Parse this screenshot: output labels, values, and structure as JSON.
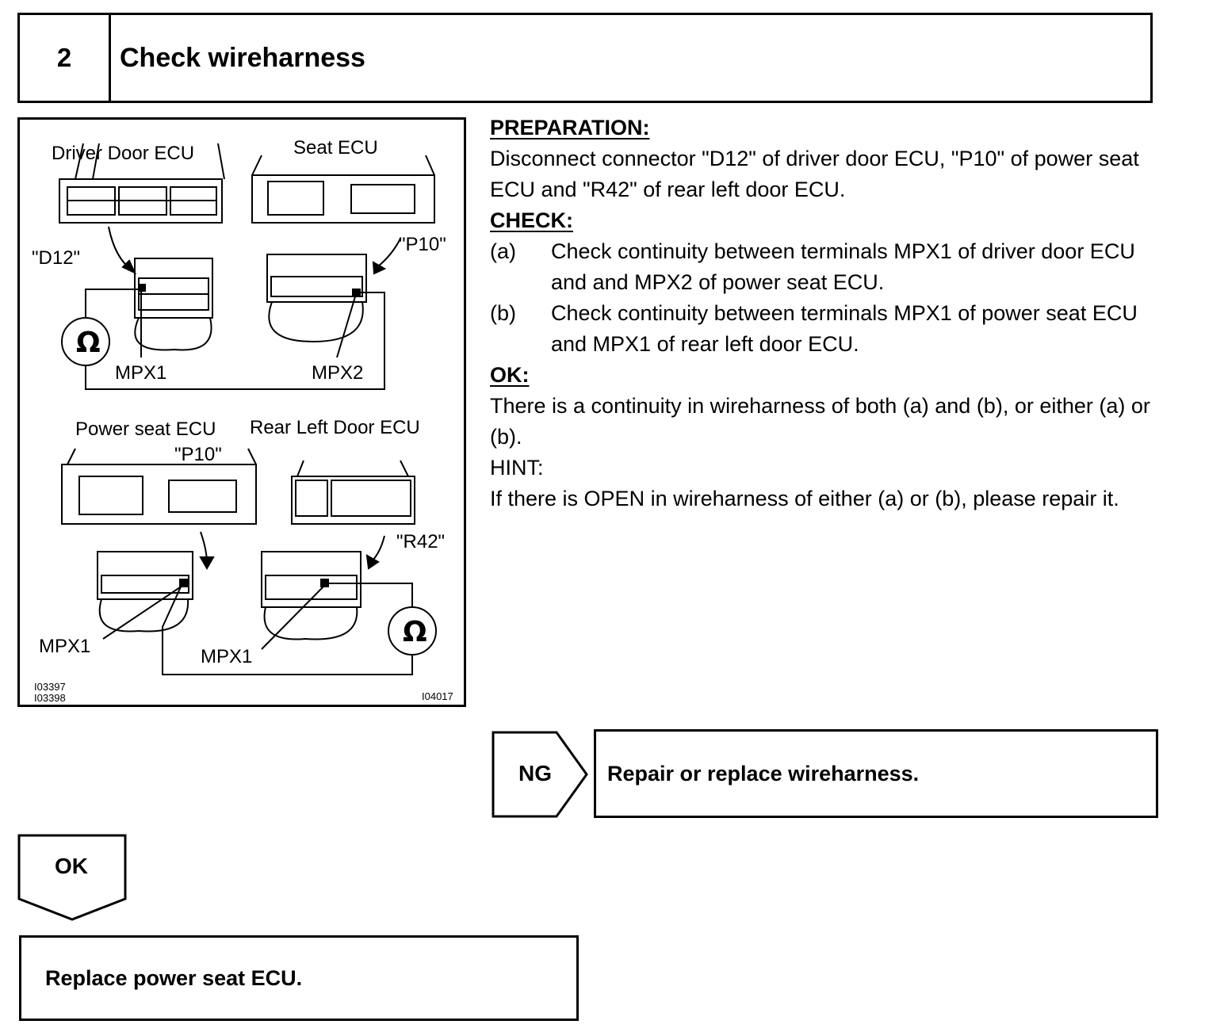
{
  "step": {
    "number": "2",
    "title": "Check wireharness"
  },
  "diagram": {
    "top": {
      "driver_door_ecu": "Driver Door ECU",
      "seat_ecu": "Seat ECU",
      "connector_d12": "\"D12\"",
      "connector_p10": "\"P10\"",
      "mpx1": "MPX1",
      "mpx2": "MPX2"
    },
    "bottom": {
      "power_seat_ecu": "Power seat ECU",
      "rear_left_door_ecu": "Rear Left Door ECU",
      "connector_p10": "\"P10\"",
      "connector_r42": "\"R42\"",
      "mpx1_left": "MPX1",
      "mpx1_right": "MPX1"
    },
    "ids": {
      "id1": "I03397",
      "id2": "I03398",
      "id3": "I04017"
    },
    "ohm_symbol": "Ω"
  },
  "instructions": {
    "preparation_heading": "PREPARATION:",
    "preparation_text": "Disconnect connector \"D12\" of driver door ECU, \"P10\" of power seat ECU and \"R42\" of rear left door ECU.",
    "check_heading": "CHECK:",
    "check_items": [
      {
        "label": "(a)",
        "text": "Check continuity between terminals MPX1 of driver door ECU and and MPX2 of power seat ECU."
      },
      {
        "label": "(b)",
        "text": "Check continuity between terminals MPX1 of power seat ECU and MPX1 of rear left door ECU."
      }
    ],
    "ok_heading": "OK:",
    "ok_text": "There is a continuity in wireharness of both (a) and (b), or either (a) or (b).",
    "hint_heading": "HINT:",
    "hint_text": "If there is OPEN in wireharness of either (a) or (b), please repair it."
  },
  "ng_branch": {
    "label": "NG",
    "action": "Repair or replace wireharness."
  },
  "ok_branch": {
    "label": "OK",
    "action": "Replace power seat ECU."
  }
}
